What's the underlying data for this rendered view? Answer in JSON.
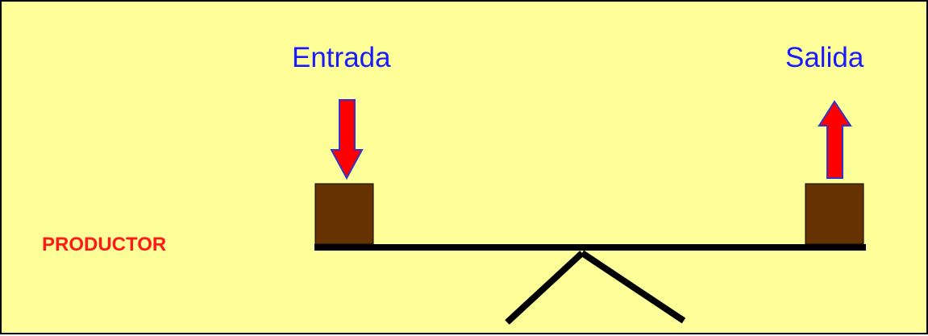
{
  "labels": {
    "entrada": "Entrada",
    "salida": "Salida",
    "productor": "PRODUCTOR"
  },
  "colors": {
    "background": "#ffff99",
    "border": "#000000",
    "label_blue": "#1a1aff",
    "label_red": "#ff1a1a",
    "arrow_fill": "#ff0000",
    "arrow_stroke": "#3333cc",
    "box_fill": "#663300",
    "beam": "#000000"
  },
  "icons": {
    "input_arrow": "arrow-down-icon",
    "output_arrow": "arrow-up-icon"
  }
}
